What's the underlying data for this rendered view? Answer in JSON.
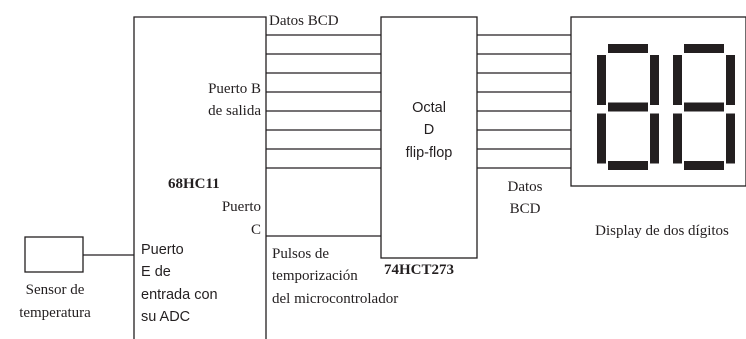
{
  "labels": {
    "datos_bcd_top": "Datos BCD",
    "puerto_b_line1": "Puerto B",
    "puerto_b_line2": "de salida",
    "chip_name": "68HC11",
    "puerto_c_line1": "Puerto",
    "puerto_c_line2": "C",
    "puerto_e_line1": "Puerto",
    "puerto_e_line2": "E de",
    "puerto_e_line3": "entrada con",
    "puerto_e_line4": "su ADC",
    "octal_line1": "Octal",
    "octal_line2": "D",
    "octal_line3": "flip-flop",
    "flipflop_part": "74HCT273",
    "datos_bcd_right_line1": "Datos",
    "datos_bcd_right_line2": "BCD",
    "display_caption": "Display de dos dígitos",
    "sensor_line1": "Sensor de",
    "sensor_line2": "temperatura",
    "pulsos_line1": "Pulsos de",
    "pulsos_line2": "temporización",
    "pulsos_line3": "del microcontrolador"
  },
  "colors": {
    "ink": "#231f20",
    "background": "#ffffff"
  }
}
